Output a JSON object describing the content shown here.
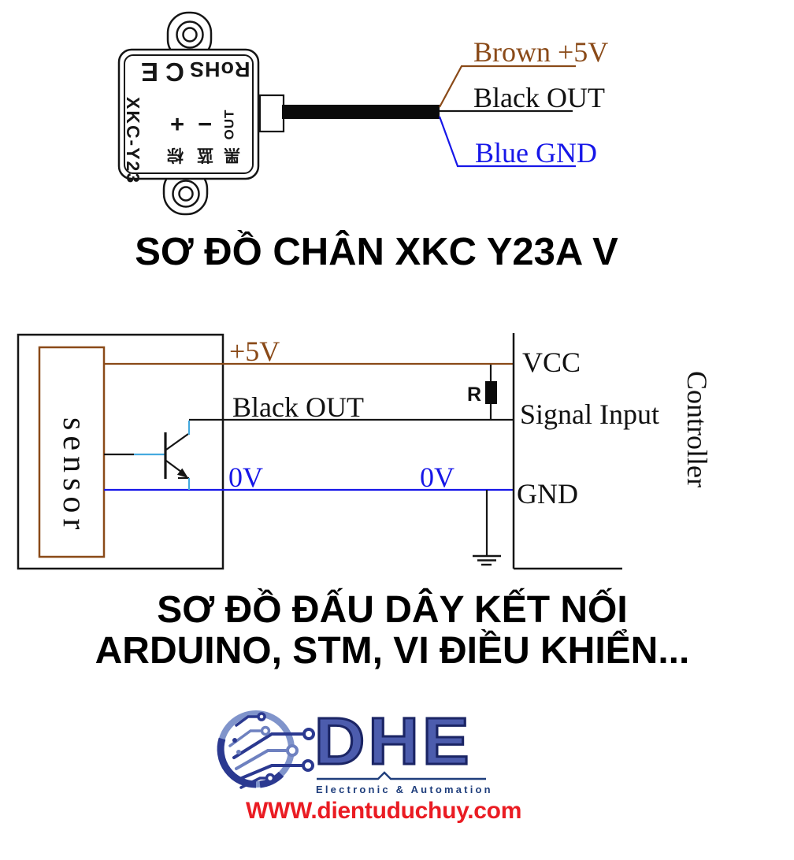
{
  "pinout": {
    "title": "SƠ ĐỒ CHÂN XKC Y23A V",
    "device": {
      "model": "XKC-Y23",
      "ce_mark": "CE",
      "rohs_mark": "RoHS",
      "pin_plus": "+",
      "pin_minus": "−",
      "pin_out": "OUT",
      "cn_brown": "棕",
      "cn_blue": "蓝",
      "cn_black": "黑"
    },
    "wire_labels": {
      "brown": "Brown +5V",
      "black": "Black OUT",
      "blue": "Blue GND"
    }
  },
  "schematic": {
    "sensor_label": "sensor",
    "supply_label": "+5V",
    "output_label": "Black OUT",
    "zero_left": "0V",
    "zero_right": "0V",
    "resistor_label": "R",
    "vcc_label": "VCC",
    "signal_label": "Signal Input",
    "gnd_label": "GND",
    "controller_label": "Controller"
  },
  "wiring_title": {
    "line1": "SƠ ĐỒ ĐẤU DÂY KẾT NỐI",
    "line2": "ARDUINO, STM, VI ĐIỀU KHIỂN..."
  },
  "logo": {
    "brand": "DHE",
    "tagline": "Electronic & Automation",
    "website": "WWW.dientuduchuy.com"
  },
  "colors": {
    "brown_wire": "#8A4A18",
    "blue_wire": "#1717E8",
    "cyan_wire": "#45AADF",
    "line_black": "#151515",
    "logo_navy": "#2B3990",
    "logo_light_blue": "#8094CB",
    "logo_letter_blue": "#4C5CAD",
    "url_red": "#EA1C23"
  }
}
